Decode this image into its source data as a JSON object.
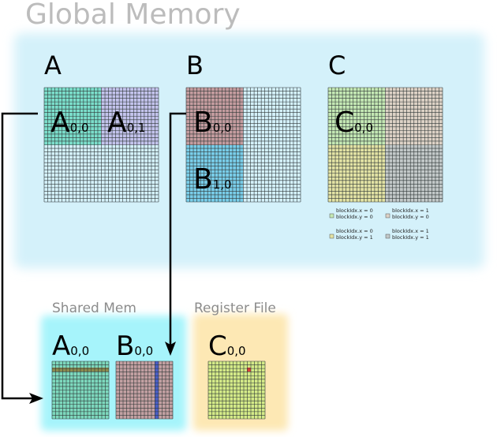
{
  "title": "Global Memory",
  "regions": {
    "shared": "Shared Mem",
    "register": "Register File"
  },
  "matrices": {
    "a": {
      "letter": "A",
      "tile00": {
        "base": "A",
        "sub": "0,0"
      },
      "tile01": {
        "base": "A",
        "sub": "0,1"
      }
    },
    "b": {
      "letter": "B",
      "tile00": {
        "base": "B",
        "sub": "0,0"
      },
      "tile10": {
        "base": "B",
        "sub": "1,0"
      }
    },
    "c": {
      "letter": "C",
      "tile00": {
        "base": "C",
        "sub": "0,0"
      }
    }
  },
  "shared_tiles": {
    "a": {
      "base": "A",
      "sub": "0,0"
    },
    "b": {
      "base": "B",
      "sub": "0,0"
    }
  },
  "register_tile": {
    "base": "C",
    "sub": "0,0"
  },
  "legend": [
    {
      "line1": "blockIdx.x = 0",
      "line2": "blockIdx.y = 0",
      "color": "#c4e8b4"
    },
    {
      "line1": "blockIdx.x = 1",
      "line2": "blockIdx.y = 0",
      "color": "#ddd2c6"
    },
    {
      "line1": "blockIdx.x = 0",
      "line2": "blockIdx.y = 1",
      "color": "#e2e2a4"
    },
    {
      "line1": "blockIdx.x = 1",
      "line2": "blockIdx.y = 1",
      "color": "#c2c8c8"
    }
  ],
  "colors": {
    "global_bg": "#d4f1fa",
    "shared_bg": "#a6f4fb",
    "register_bg": "#fde8b4",
    "tile_a00": "#7bdecb",
    "tile_a01": "#c3c3ec",
    "tile_b00": "#c49c9f",
    "tile_b10": "#79cde9",
    "c00": "#c4e8b4",
    "c01": "#ddd2c6",
    "c10": "#e2e2a4",
    "c11": "#c2c8c8",
    "shared_a": "#7dd8bd",
    "shared_b": "#c2a0a2",
    "register_c": "#d4ea88",
    "row_highlight": "#8c8a4e",
    "col_highlight": "#4a5ec4",
    "cell_highlight": "#e0403a",
    "grid_line": "#303838"
  }
}
